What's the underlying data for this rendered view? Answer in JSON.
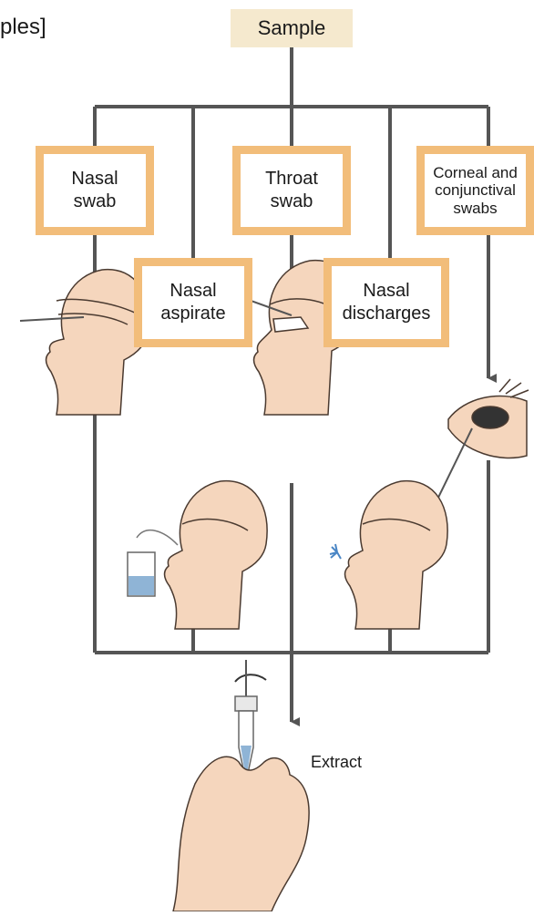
{
  "title_fragment": "ples]",
  "sample": "Sample",
  "boxes": {
    "nasal_swab": "Nasal\nswab",
    "nasal_aspirate": "Nasal\naspirate",
    "throat_swab": "Throat\nswab",
    "nasal_discharges": "Nasal\ndischarges",
    "corneal_swabs": "Corneal and\nconjunctival\nswabs"
  },
  "extract": "Extract",
  "colors": {
    "box_border": "#f2bd7a",
    "sample_fill": "#f5e9ce",
    "line": "#555555",
    "skin": "#f5d6bd",
    "skin_outline": "#4a3a30",
    "tube_liquid": "#8fb4d6"
  }
}
